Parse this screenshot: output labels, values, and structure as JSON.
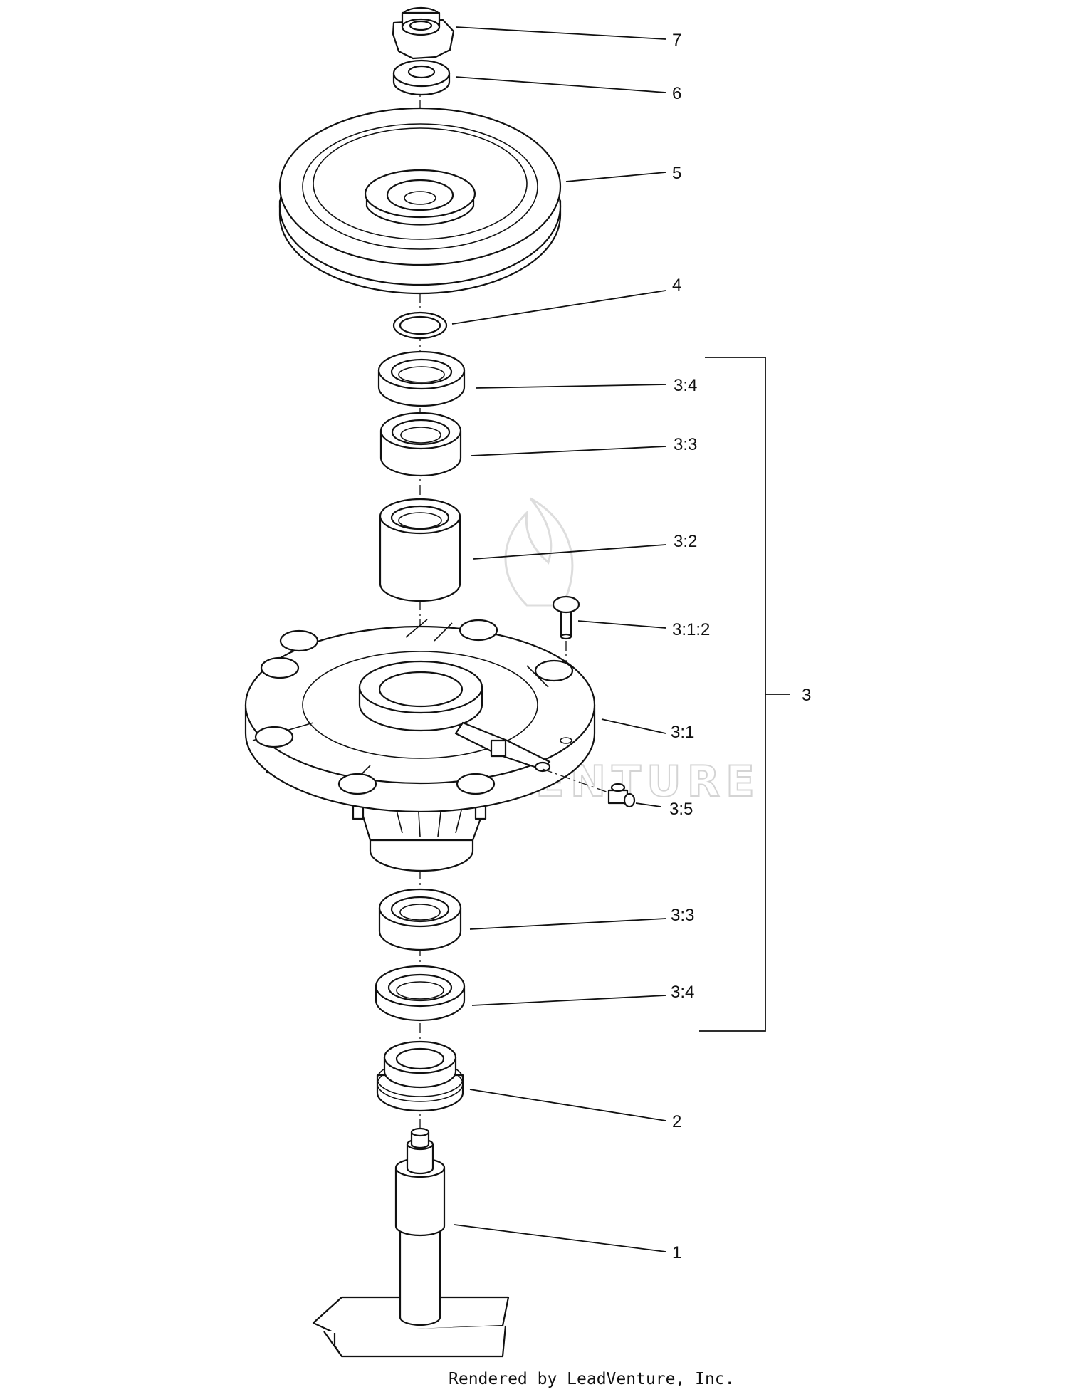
{
  "callouts": {
    "c7": "7",
    "c6": "6",
    "c5": "5",
    "c4": "4",
    "c3_4_top": "3:4",
    "c3_3_top": "3:3",
    "c3_2": "3:2",
    "c3_1_2": "3:1:2",
    "c3_1": "3:1",
    "c3_5": "3:5",
    "c3_3_bottom": "3:3",
    "c3_4_bottom": "3:4",
    "c2": "2",
    "c1": "1",
    "c3_group": "3"
  },
  "watermark": "LEADVENTURE",
  "footer": {
    "credit": "Rendered by LeadVenture, Inc."
  }
}
